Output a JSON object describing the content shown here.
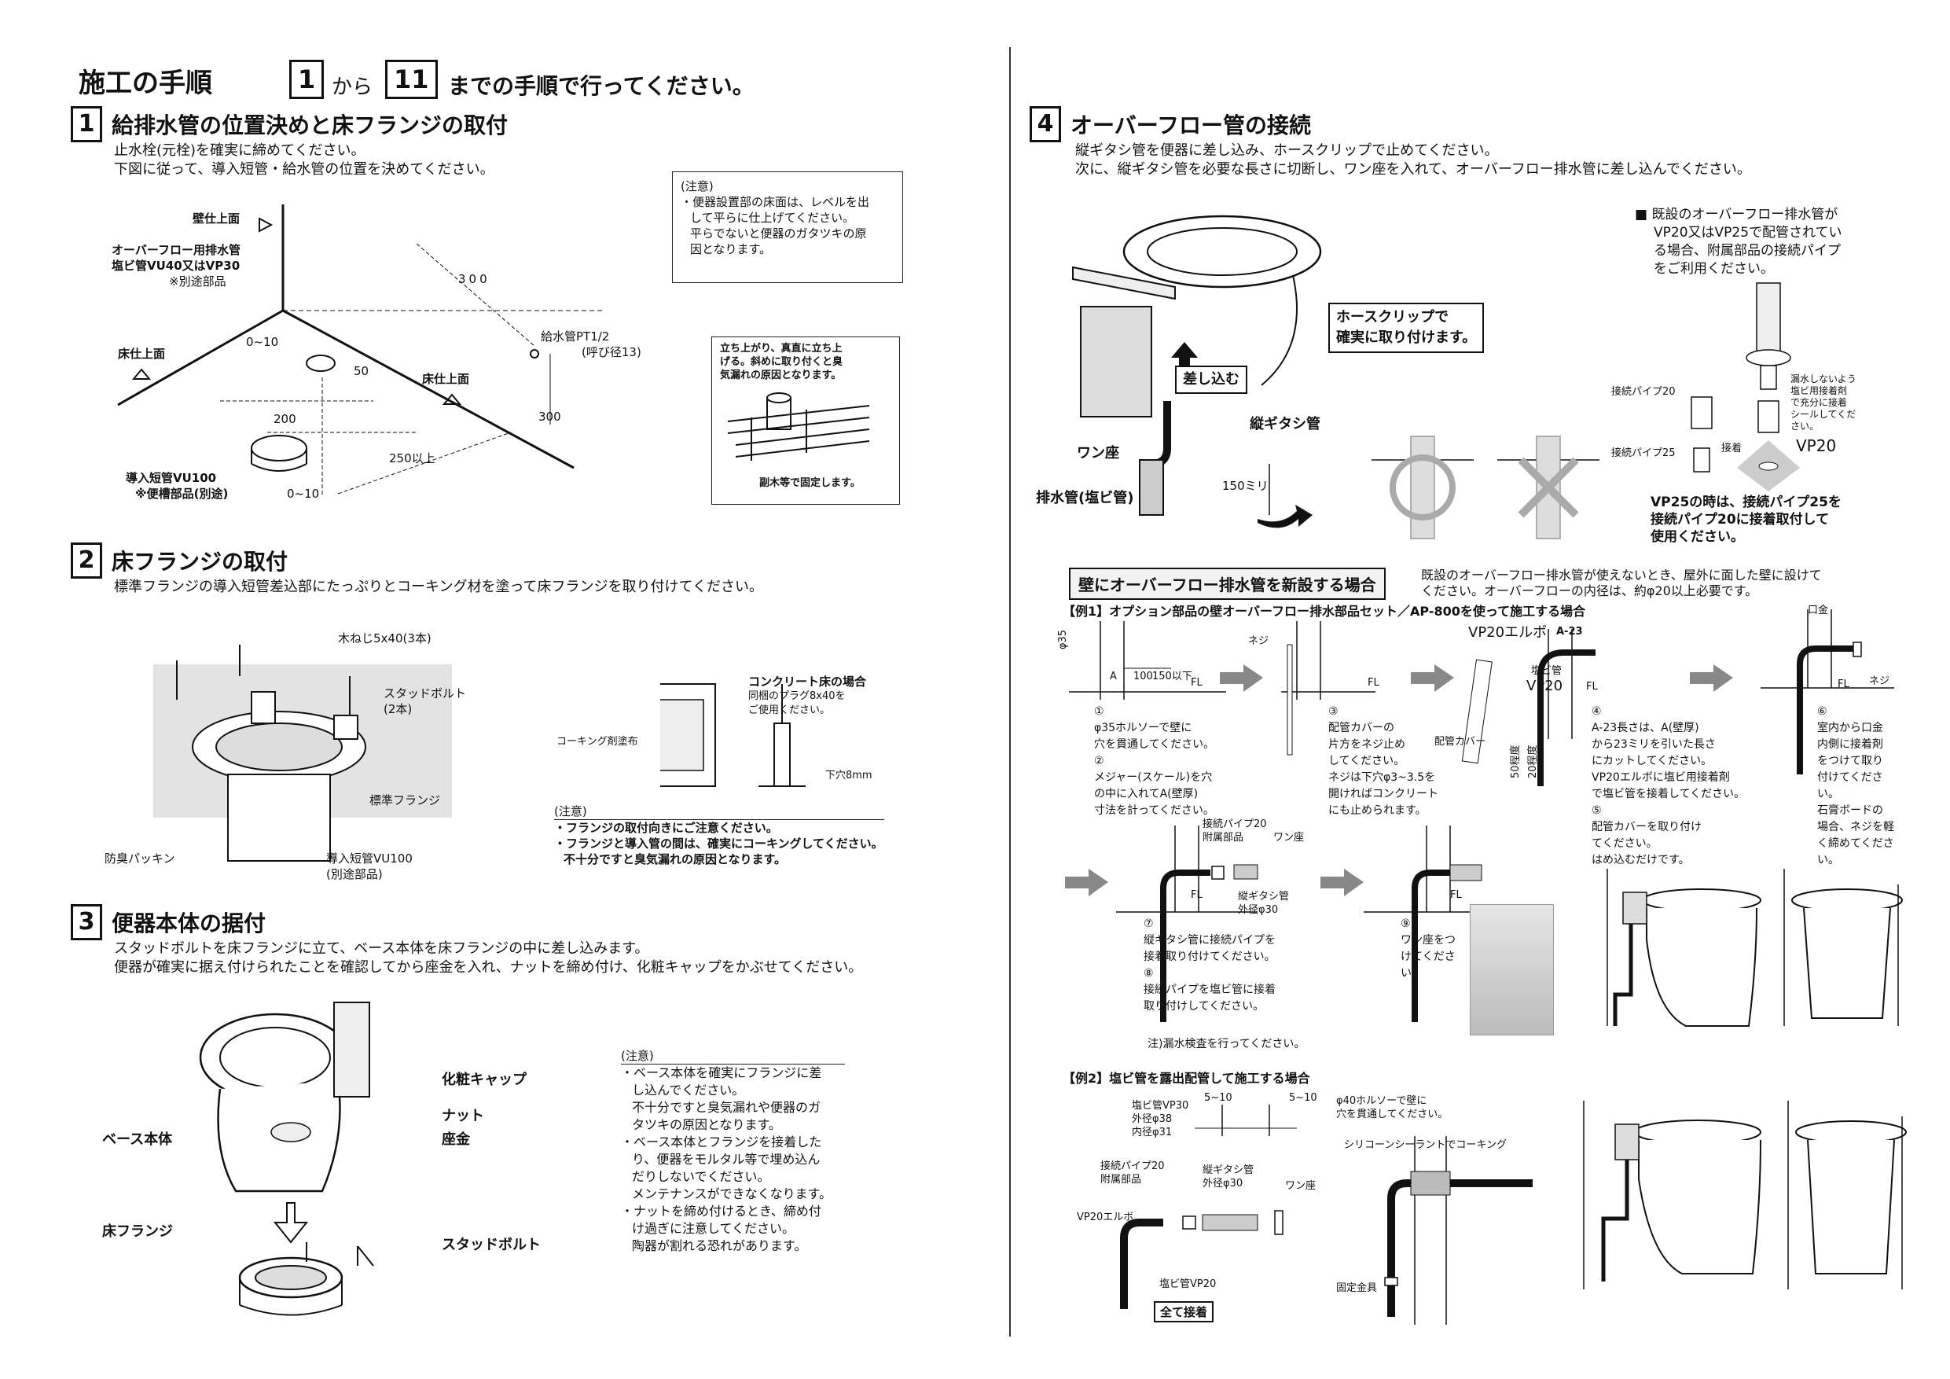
{
  "header": {
    "title": "施工の手順",
    "from_num": "1",
    "from_word": "から",
    "to_num": "11",
    "to_text": "までの手順で行ってください。"
  },
  "step1": {
    "num": "1",
    "title": "給排水管の位置決めと床フランジの取付",
    "line1": "止水栓(元栓)を確実に締めてください。",
    "line2": "下図に従って、導入短管・給水管の位置を決めてください。",
    "labels": {
      "wall_top": "壁仕上面",
      "overflow1": "オーバーフロー用排水管",
      "overflow2": "塩ビ管VU40又はVP30",
      "overflow3": "※別途部品",
      "floor_left": "床仕上面",
      "floor_right": "床仕上面",
      "d300a": "300",
      "d0_10a": "0~10",
      "d50": "50",
      "d200": "200",
      "d300b": "300",
      "d250": "250以上",
      "d0_10b": "0~10",
      "supply1": "給水管PT1/2",
      "supply2": "(呼び径13)",
      "pipe1": "導入短管VU100",
      "pipe2": "※便槽部品(別途)"
    },
    "note_title": "(注意)",
    "note_lines": [
      "・便器設置部の床面は、レベルを出",
      "して平らに仕上げてください。",
      "平らでないと便器のガタツキの原",
      "因となります。"
    ],
    "box_lines": [
      "立ち上がり、真直に立ち上",
      "げる。斜めに取り付くと臭",
      "気漏れの原因となります。"
    ],
    "box_bottom": "副木等で固定します。"
  },
  "step2": {
    "num": "2",
    "title": "床フランジの取付",
    "line1": "標準フランジの導入短管差込部にたっぷりとコーキング材を塗って床フランジを取り付けてください。",
    "labels": {
      "screw": "木ねじ5x40(3本)",
      "stud1": "スタッドボルト",
      "stud2": "(2本)",
      "flange": "標準フランジ",
      "packing": "防臭パッキン",
      "pipe1": "導入短管VU100",
      "pipe2": "(別途部品)",
      "concrete1": "コンクリート床の場合",
      "concrete2": "同梱のプラグ8x40を",
      "concrete3": "ご使用ください。",
      "caulk": "コーキング剤塗布",
      "hole": "下穴8mm"
    },
    "note_title": "(注意)",
    "note_lines": [
      "・フランジの取付向きにご注意ください。",
      "・フランジと導入管の間は、確実にコーキングしてください。",
      "不十分ですと臭気漏れの原因となります。"
    ]
  },
  "step3": {
    "num": "3",
    "title": "便器本体の据付",
    "line1": "スタッドボルトを床フランジに立て、ベース本体を床フランジの中に差し込みます。",
    "line2": "便器が確実に据え付けられたことを確認してから座金を入れ、ナットを締め付け、化粧キャップをかぶせてください。",
    "labels": {
      "cap": "化粧キャップ",
      "nut": "ナット",
      "washer": "座金",
      "base": "ベース本体",
      "flange": "床フランジ",
      "stud": "スタッドボルト"
    },
    "note_title": "(注意)",
    "note_lines": [
      "・ベース本体を確実にフランジに差",
      "し込んでください。",
      "不十分ですと臭気漏れや便器のガ",
      "タツキの原因となります。",
      "・ベース本体とフランジを接着した",
      "り、便器をモルタル等で埋め込ん",
      "だりしないでください。",
      "メンテナンスができなくなります。",
      "・ナットを締め付けるとき、締め付",
      "け過ぎに注意してください。",
      "陶器が割れる恐れがあります。"
    ]
  },
  "step4": {
    "num": "4",
    "title": "オーバーフロー管の接続",
    "line1": "縦ギタシ管を便器に差し込み、ホースクリップで止めてください。",
    "line2": "次に、縦ギタシ管を必要な長さに切断し、ワン座を入れて、オーバーフロー排水管に差し込んでください。",
    "callout1": "ホースクリップで",
    "callout2": "確実に取り付けます。",
    "insert": "差し込む",
    "vertical_pipe": "縦ギタシ管",
    "wanza": "ワン座",
    "drain": "排水管(塩ビ管)",
    "d150": "150ミリ",
    "existing_lines": [
      "■ 既設のオーバーフロー排水管が",
      "VP20又はVP25で配管されてい",
      "る場合、附属部品の接続パイプ",
      "をご利用ください。"
    ],
    "pipe20": "接続パイプ20",
    "pipe25": "接続パイプ25",
    "glue": "接着",
    "vp20": "VP20",
    "seal_lines": [
      "漏水しないよう",
      "塩ビ用接着剤",
      "で充分に接着",
      "シールしてくだ",
      "さい。"
    ],
    "vp25_lines": [
      "VP25の時は、接続パイプ25を",
      "接続パイプ20に接着取付して",
      "使用ください。"
    ]
  },
  "newwall": {
    "banner": "壁にオーバーフロー排水管を新設する場合",
    "desc1": "既設のオーバーフロー排水管が使えないとき、屋外に面した壁に設けて",
    "desc2": "ください。オーバーフローの内径は、約φ20以上必要です。",
    "ex1_title": "【例1】オプション部品の壁オーバーフロー排水部品セット／AP-800を使って施工する場合",
    "phi35": "φ35",
    "A": "A",
    "d100": "100",
    "d150up": "150以下",
    "FL": "FL",
    "neji": "ネジ",
    "vp20elbow": "VP20エルボ",
    "a23": "A-23",
    "enbi": "塩ビ管",
    "vp20": "VP20",
    "around50": "50程度",
    "around20": "20程度",
    "cover": "配管カバー",
    "kuchigane": "口金",
    "neji2": "ネジ",
    "s1": [
      "①",
      "φ35ホルソーで壁に",
      "穴を貫通してください。",
      "②",
      "メジャー(スケール)を穴",
      "の中に入れてA(壁厚)",
      "寸法を計ってください。"
    ],
    "s3": [
      "③",
      "配管カバーの",
      "片方をネジ止め",
      "してください。",
      "ネジは下穴φ3~3.5を",
      "開ければコンクリート",
      "にも止められます。"
    ],
    "s4": [
      "④",
      "A-23長さは、A(壁厚)",
      "から23ミリを引いた長さ",
      "にカットしてください。",
      "VP20エルボに塩ビ用接着剤",
      "で塩ビ管を接着してください。",
      "⑤",
      "配管カバーを取り付け",
      "てください。",
      "はめ込むだけです。"
    ],
    "s6": [
      "⑥",
      "室内から口金",
      "内側に接着剤",
      "をつけて取り",
      "付けてくださ",
      "い。",
      "石膏ボードの",
      "場合、ネジを軽",
      "く締めてくださ",
      "い。"
    ],
    "pipe20a": "接続パイプ20",
    "pipe20b": "附属部品",
    "wanza": "ワン座",
    "tategi1": "縦ギタシ管",
    "tategi2": "外径φ30",
    "s7": [
      "⑦",
      "縦ギタシ管に接続パイプを",
      "接着取り付けてください。",
      "⑧",
      "接続パイプを塩ビ管に接着",
      "取り付けしてください。"
    ],
    "s9": [
      "⑨",
      "ワン座をつ",
      "けてくださ",
      "い。"
    ],
    "leak": "注)漏水検査を行ってください。",
    "ex2_title": "【例2】塩ビ管を露出配管して施工する場合",
    "vp30_1": "塩ビ管VP30",
    "vp30_2": "外径φ38",
    "vp30_3": "内径φ31",
    "d5_10a": "5~10",
    "d5_10b": "5~10",
    "hole40_1": "φ40ホルソーで壁に",
    "hole40_2": "穴を貫通してください。",
    "e2_pipe20a": "接続パイプ20",
    "e2_pipe20b": "附属部品",
    "e2_tategi1": "縦ギタシ管",
    "e2_tategi2": "外径φ30",
    "e2_wanza": "ワン座",
    "silicone": "シリコーンシーラントでコーキング",
    "e2_elbow": "VP20エルボ",
    "e2_vp20": "塩ビ管VP20",
    "fixing": "固定金具",
    "all_glue": "全て接着"
  }
}
